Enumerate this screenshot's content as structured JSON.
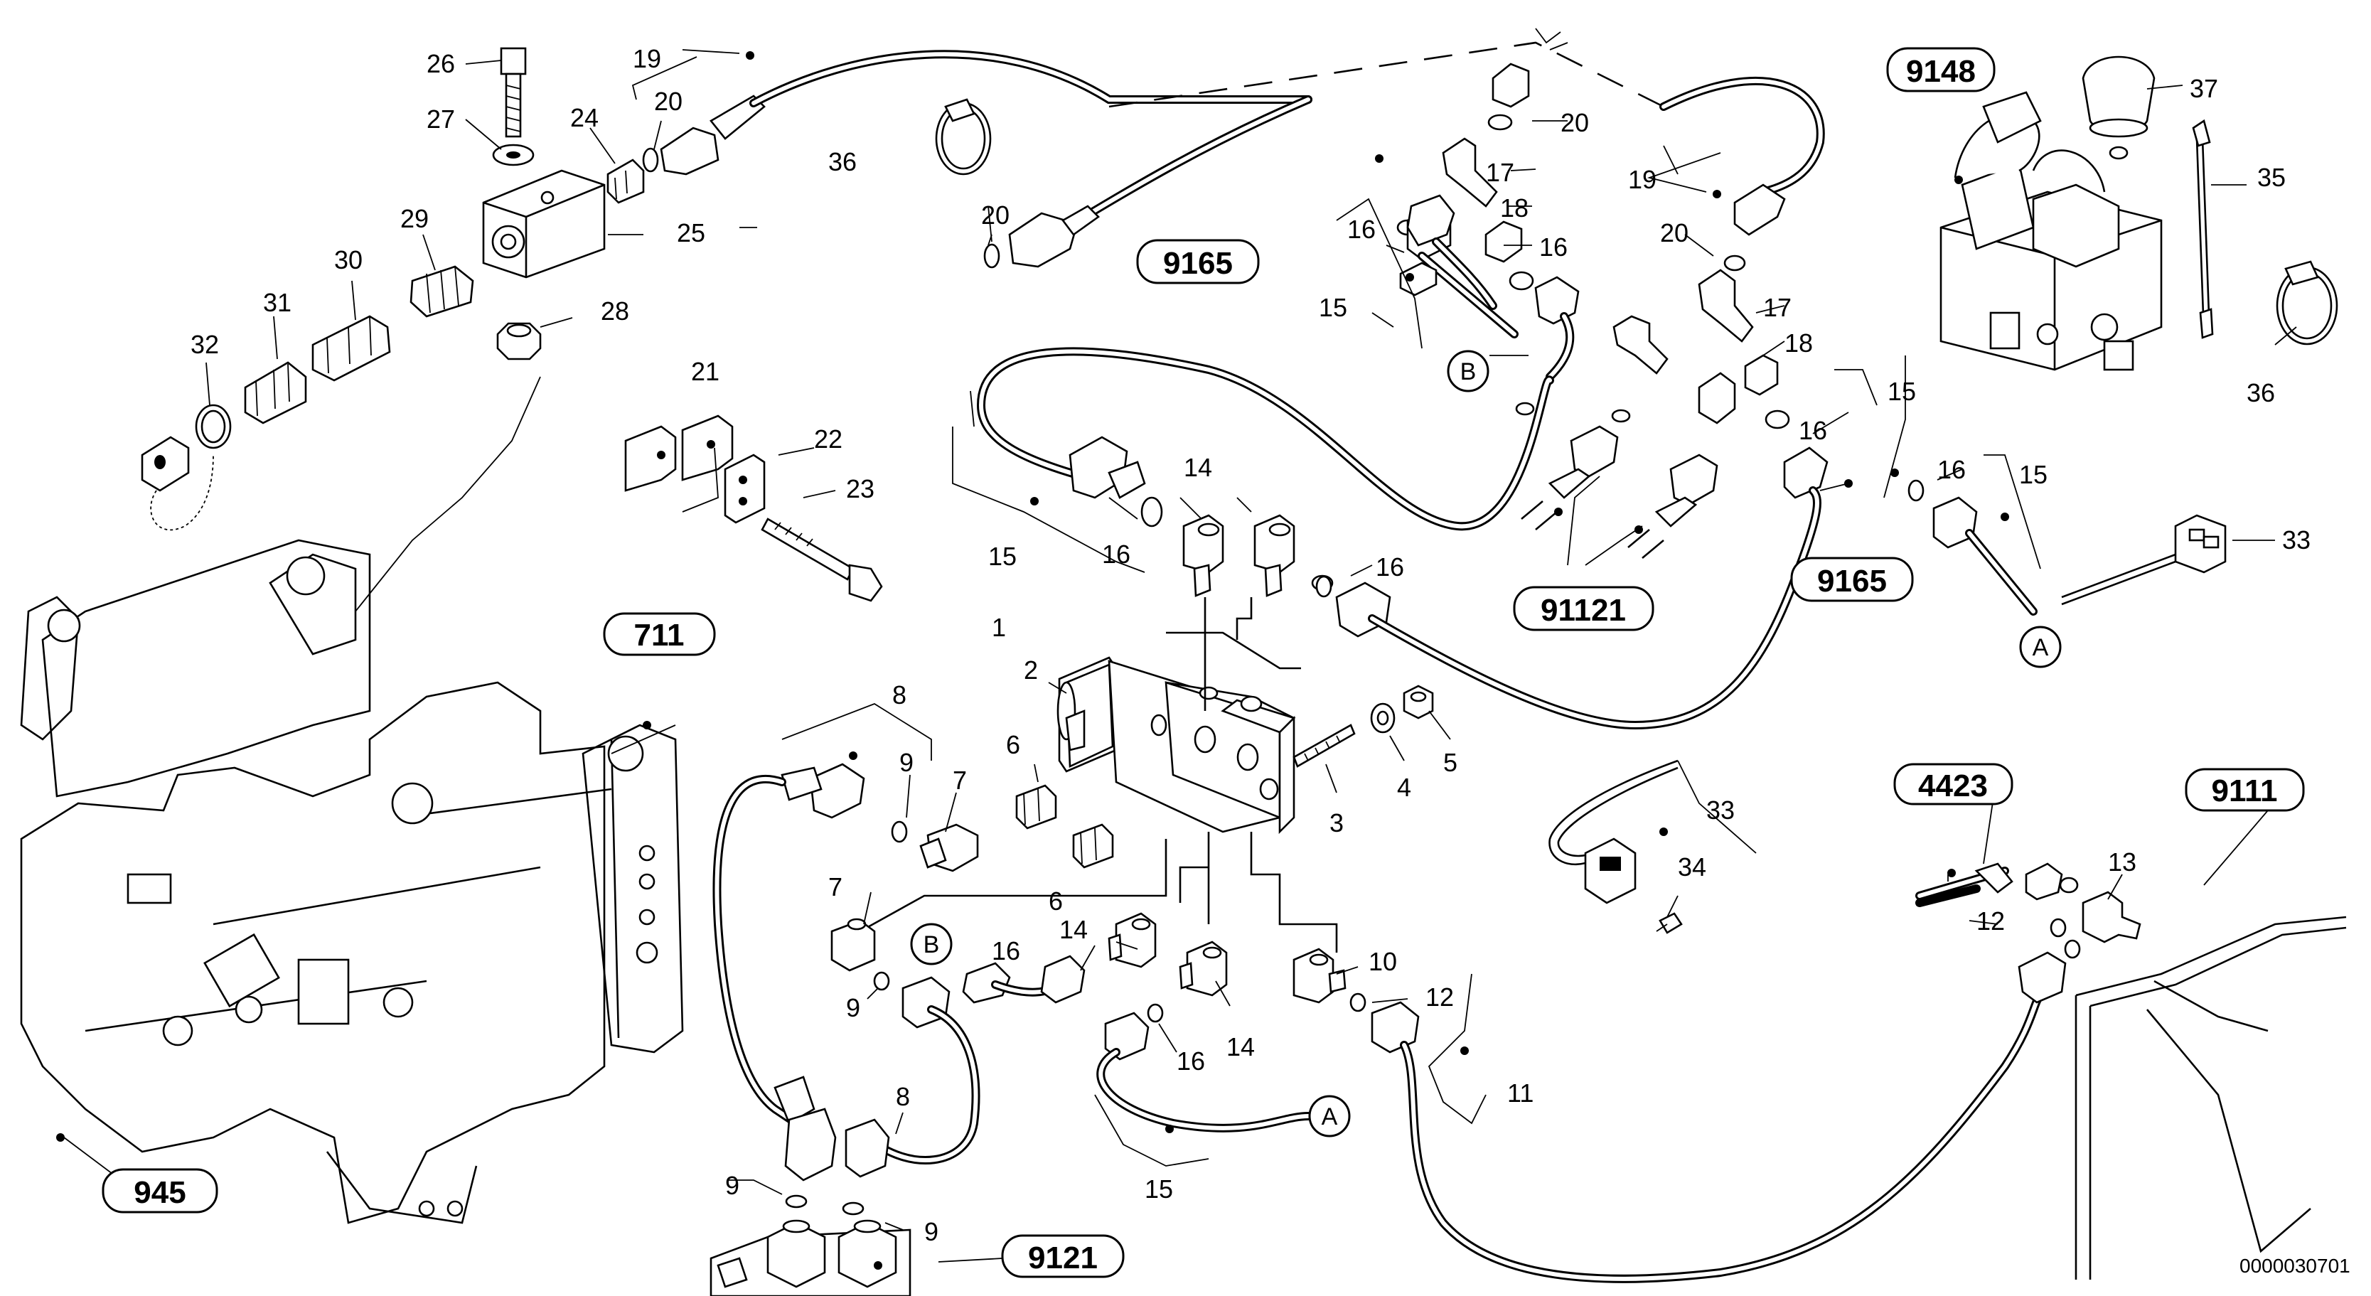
{
  "drawing": {
    "document_number": "0000030701",
    "part_numbers": [
      "1",
      "2",
      "3",
      "4",
      "5",
      "6",
      "6",
      "7",
      "7",
      "8",
      "8",
      "9",
      "9",
      "9",
      "9",
      "10",
      "11",
      "12",
      "12",
      "13",
      "14",
      "14",
      "14",
      "15",
      "15",
      "15",
      "15",
      "15",
      "16",
      "16",
      "16",
      "16",
      "16",
      "16",
      "16",
      "16",
      "17",
      "17",
      "18",
      "18",
      "19",
      "19",
      "20",
      "20",
      "20",
      "20",
      "21",
      "22",
      "23",
      "24",
      "25",
      "26",
      "27",
      "28",
      "29",
      "30",
      "31",
      "32",
      "33",
      "33",
      "34",
      "35",
      "36",
      "36",
      "37"
    ],
    "reference_boxes": [
      "9148",
      "9165",
      "711",
      "9165",
      "91121",
      "4423",
      "9111",
      "945",
      "9121"
    ],
    "connection_markers": [
      "A",
      "B",
      "B",
      "A"
    ]
  }
}
